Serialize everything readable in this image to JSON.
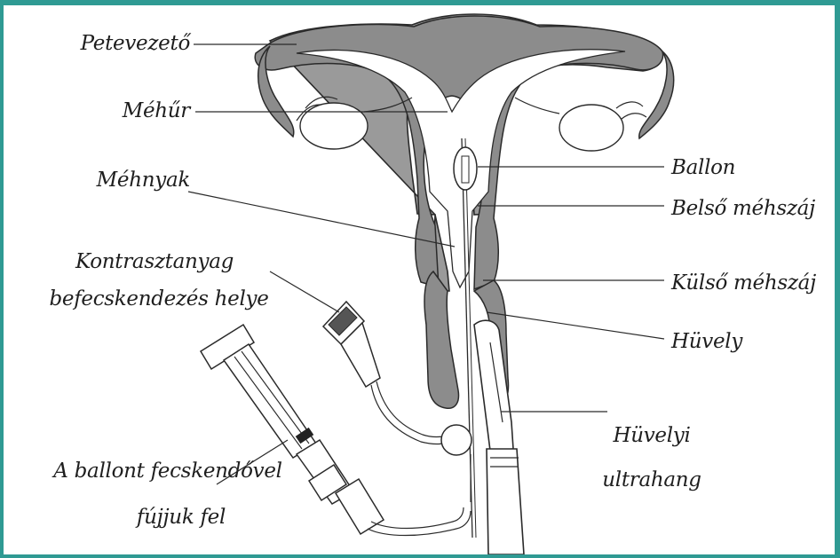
{
  "labels": {
    "petevezeto": "Petevezető",
    "mehur": "Méhűr",
    "mehnyak": "Méhnyak",
    "kontrasztanyag_line1": "Kontrasztanyag",
    "kontrasztanyag_line2": "befecskendezés helye",
    "ballont_line1": "A ballont fecskendővel",
    "ballont_line2": "fújjuk fel",
    "ballon": "Ballon",
    "belso_mehszaj": "Belső méhszáj",
    "kulso_mehszaj": "Külső méhszáj",
    "huvely": "Hüvely",
    "huvelyi_line1": "Hüvelyi",
    "huvelyi_line2": "ultrahang"
  },
  "colors": {
    "frame_border": "#2f9a93",
    "background": "#ffffff",
    "tissue_fill": "#8c8c8c",
    "outline": "#2a2a2a",
    "label_text": "#1e1e1e"
  }
}
